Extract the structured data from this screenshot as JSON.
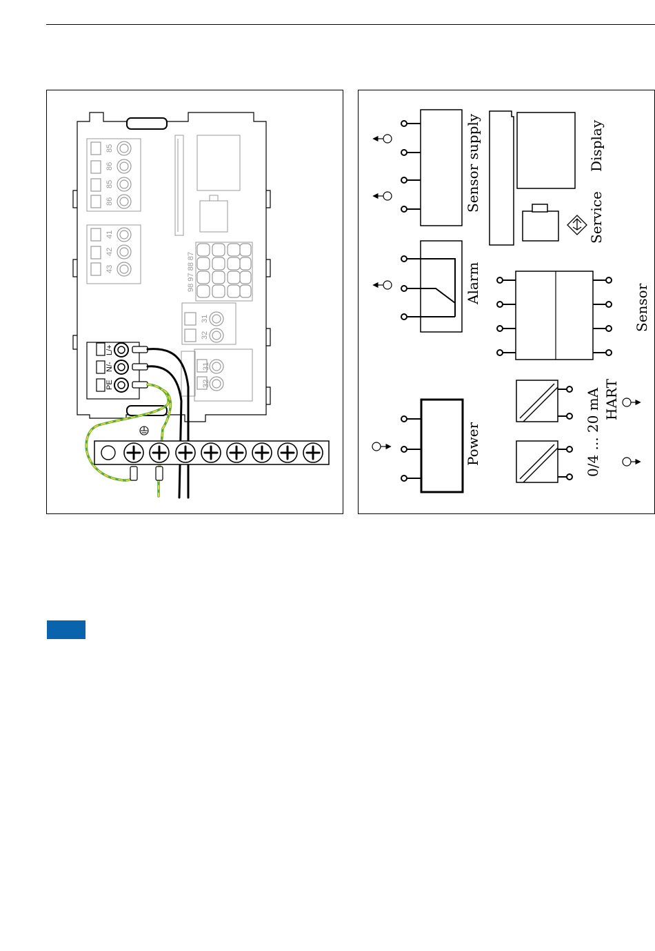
{
  "left_diagram": {
    "terminals_85_86": [
      "85",
      "86",
      "85",
      "86"
    ],
    "terminals_41_43": [
      "41",
      "42",
      "43"
    ],
    "terminals_98_87": "98 97 88 87",
    "terminals_31_32_a": [
      "31",
      "32"
    ],
    "terminals_31_32_b": [
      "31",
      "32"
    ],
    "power_terminals": [
      "L/+",
      "N/-",
      "PE"
    ]
  },
  "right_diagram": {
    "sensor_supply": "Sensor supply",
    "display": "Display",
    "service": "Service",
    "alarm": "Alarm",
    "sensor": "Sensor",
    "power": "Power",
    "current_output": "0/4 ... 20 mA",
    "hart": "HART"
  },
  "colors": {
    "accent_blue": "#0a63ad",
    "earth_wire_green": "#58a83a",
    "earth_wire_yellow": "#e8d530",
    "line_gray": "#9a9a9a"
  }
}
